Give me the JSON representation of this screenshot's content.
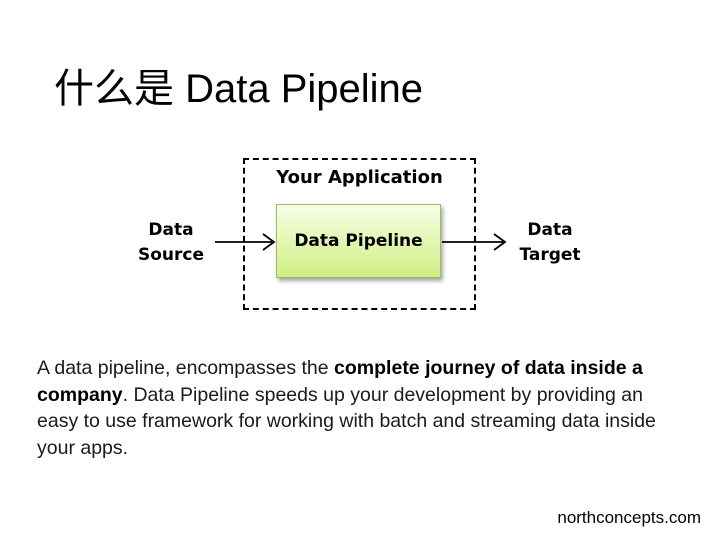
{
  "title": "什么是 Data Pipeline",
  "diagram": {
    "container_label": "Your Application",
    "pipeline_label": "Data Pipeline",
    "source_line1": "Data",
    "source_line2": "Source",
    "target_line1": "Data",
    "target_line2": "Target",
    "pipeline_fill": "#d9f3a0",
    "pipeline_border": "#9dbb61"
  },
  "description": {
    "part1": "A data pipeline, encompasses the ",
    "bold": "complete journey of data inside a company",
    "part2": ". Data Pipeline speeds up your development by providing an easy to use framework for working with batch and streaming data inside your apps."
  },
  "footer": "northconcepts.com"
}
